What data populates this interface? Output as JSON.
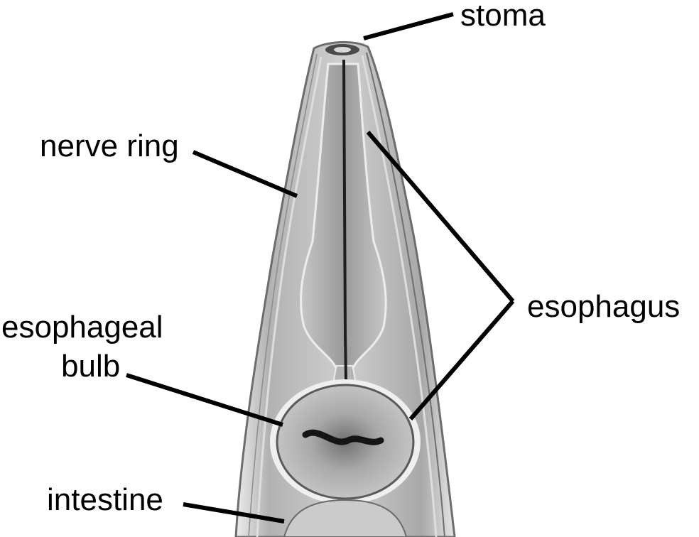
{
  "labels": {
    "stoma": "stoma",
    "nerve_ring": "nerve ring",
    "esophagus": "esophagus",
    "esophageal_bulb_line1": "esophageal",
    "esophageal_bulb_line2": "bulb",
    "intestine": "intestine"
  },
  "colors": {
    "background": "#ffffff",
    "tissue": "#b8b8b8",
    "tissue_dark": "#7a7a7a",
    "leader": "#000000"
  }
}
